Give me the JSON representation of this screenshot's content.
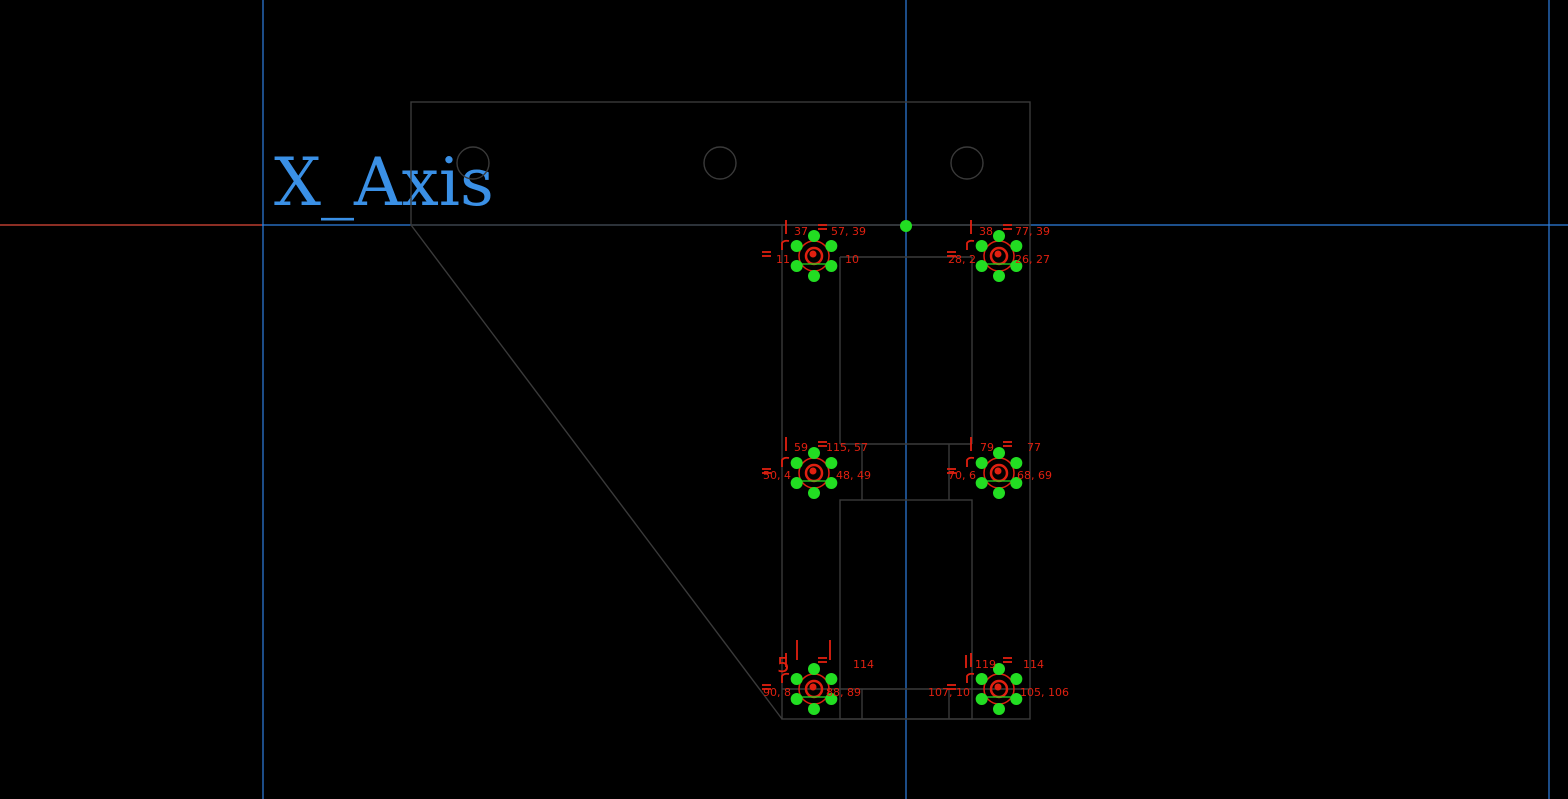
{
  "axis_label": "X_Axis",
  "colors": {
    "background": "#000000",
    "axis_blue": "#2f7fe0",
    "axis_red": "#e04a3a",
    "axis_label": "#3a90e6",
    "sketch": "#3a3a3a",
    "constraint": "#e02010",
    "handle": "#22dd22"
  },
  "constraint_labels": [
    "37",
    "57, 39",
    "11",
    "10",
    "38",
    "77, 39",
    "28, 2",
    "26, 27",
    "59",
    "115, 57",
    "50, 4",
    "48, 49",
    "79",
    "77",
    "70, 6",
    "68, 69",
    "114",
    "90, 8",
    "88, 89",
    "119",
    "114",
    "107, 10",
    "105, 106"
  ],
  "hub_glyph": "5"
}
